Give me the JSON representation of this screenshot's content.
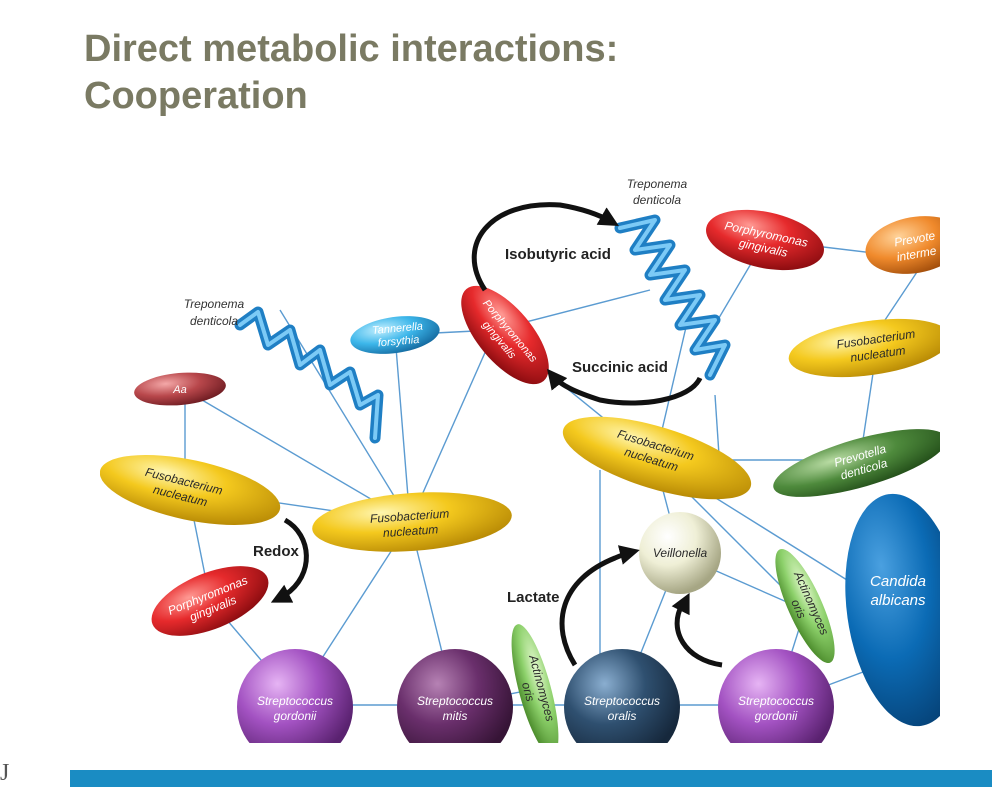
{
  "slide": {
    "title_line1": "Direct metabolic interactions:",
    "title_line2": "Cooperation",
    "corner_mark": "J"
  },
  "organisms": {
    "td_top": [
      "Treponema",
      "denticola"
    ],
    "td_left": [
      "Treponema",
      "denticola"
    ],
    "pg_top_right": [
      "Porphyromonas",
      "gingivalis"
    ],
    "prevotella_intermedia": [
      "Prevote",
      "interme"
    ],
    "fn_right": [
      "Fusobacterium",
      "nucleatum"
    ],
    "tannerella": [
      "Tannerella",
      "forsythia"
    ],
    "pg_center": [
      "Porphyromonas",
      "gingivalis"
    ],
    "aa": [
      "Aa"
    ],
    "fn_left": [
      "Fusobacterium",
      "nucleatum"
    ],
    "fn_center": [
      "Fusobacterium",
      "nucleatum"
    ],
    "fn_mid_right": [
      "Fusobacterium",
      "nucleatum"
    ],
    "prevotella_denticola": [
      "Prevotella",
      "denticola"
    ],
    "pg_left": [
      "Porphyromonas",
      "gingivalis"
    ],
    "veillonella": [
      "Veillonella"
    ],
    "candida": [
      "Candida",
      "albicans"
    ],
    "actino_right": [
      "Actinomyces",
      "oris"
    ],
    "actino_left": [
      "Actinomyces",
      "oris"
    ],
    "strep_gordonii_left": [
      "Streptococcus",
      "gordonii"
    ],
    "strep_mitis": [
      "Streptococcus",
      "mitis"
    ],
    "strep_oralis": [
      "Streptococcus",
      "oralis"
    ],
    "strep_gordonii_right": [
      "Streptococcus",
      "gordonii"
    ]
  },
  "metabolites": {
    "isobutyric": "Isobutyric acid",
    "succinic": "Succinic acid",
    "redox": "Redox",
    "lactate": "Lactate"
  },
  "colors": {
    "title": "#7a7a63",
    "bar": "#1a8cc3",
    "edge": "#5b9bd1",
    "fusobacterium": "#f2c41c",
    "porphyromonas": "#e8242a",
    "treponema": "#3aa0e8",
    "tannerella": "#3fb8ec",
    "aa": "#b8484c",
    "prevotella_intermedia": "#f08a2c",
    "prevotella_denticola": "#4e8a3c",
    "veillonella": "#efefd6",
    "candida": "#0b6bb5",
    "actinomyces": "#8cd06a",
    "s_gordonii": "#a352c2",
    "s_mitis": "#6a2f6c",
    "s_oralis": "#2f5070"
  }
}
